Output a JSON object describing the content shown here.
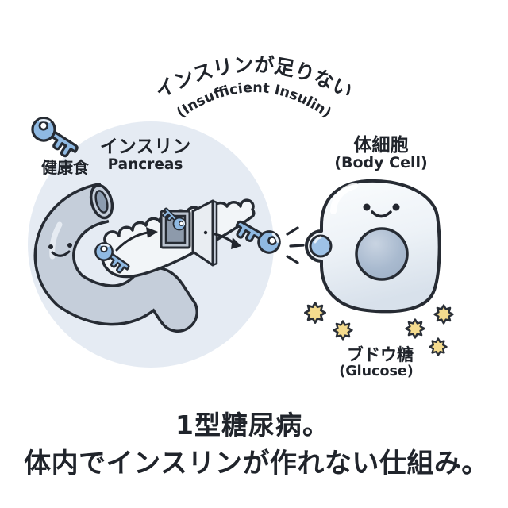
{
  "header": {
    "arc_title_jp": "インスリンが足りない",
    "arc_title_en": "(Insufficient Insulin)"
  },
  "pancreas_section": {
    "key_caption": "健康食",
    "label_jp": "インスリン",
    "label_en": "Pancreas"
  },
  "cell_section": {
    "label_jp": "体細胞",
    "label_en": "(Body Cell)"
  },
  "glucose_section": {
    "label_jp": "ブドウ糖",
    "label_en": "(Glucose)"
  },
  "caption": {
    "line1": "1型糖尿病。",
    "line2": "体内でインスリンが作れない仕組み。"
  },
  "icons": {
    "key": "key-icon",
    "door": "open-door-icon",
    "arrow": "arrow-icon",
    "approach_marks": "approach-marks-icon",
    "receptor": "receptor-icon",
    "glucose_star": "glucose-star-icon",
    "stomach": "stomach-illustration",
    "pancreas": "pancreas-illustration",
    "body_cell": "body-cell-illustration"
  },
  "colors": {
    "outline": "#262B33",
    "text": "#20242B",
    "circle_bg": "#E5EBF3",
    "tube": "#C5CEDA",
    "tube_opening_inner": "#8C9CAF",
    "pancreas_body": "#F2F5F8",
    "key_blue": "#8FB9E2",
    "door_frame": "#BAC3CF",
    "door_inner": "#8D9AAB",
    "door_panel": "#E9EDF2",
    "cell_fill_top": "#FBFDFE",
    "cell_fill_bottom": "#D8E1EB",
    "nucleus": "#A9BACF",
    "receptor": "#9EC2E6",
    "glucose_star": "#F4DB8E"
  }
}
